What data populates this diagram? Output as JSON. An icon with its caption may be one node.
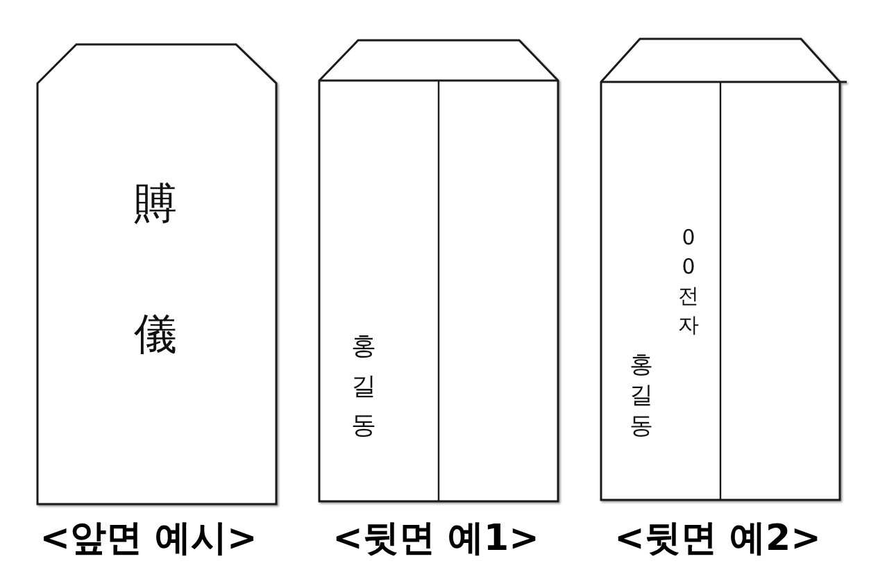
{
  "diagram": {
    "nodes": [
      {
        "text": [
          "賻儀"
        ],
        "beside": [
          "<앞면 예시>"
        ]
      },
      {
        "text": [
          "홍길동"
        ],
        "beside": [
          "<뒷면 예1>"
        ]
      },
      {
        "text": [
          "00전자",
          "홍길동"
        ],
        "beside": [
          "<뒷면 예2>"
        ]
      }
    ]
  }
}
